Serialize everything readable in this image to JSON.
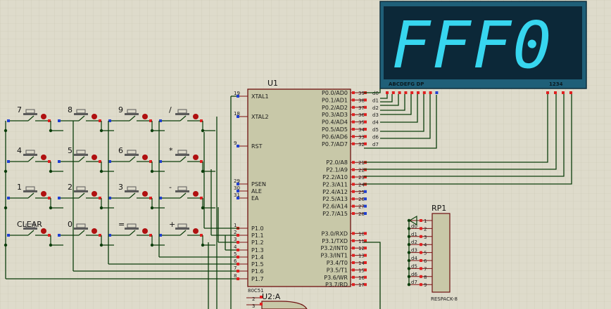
{
  "colors": {
    "wire": "#0b3d0b",
    "chip": "#c8c8a8",
    "display_bg": "#1f6f8f",
    "segment": "#37d6ef",
    "pin_red": "#e02020",
    "pin_blue": "#2040d0",
    "key_red": "#b01010"
  },
  "display": {
    "digits": "FFF0",
    "segment_labels": "ABCDEFG  DP",
    "digit_labels": "1234"
  },
  "mcu": {
    "ref": "U1",
    "part": "80C51",
    "left_pins": [
      {
        "num": "19",
        "name": "XTAL1"
      },
      {
        "num": "18",
        "name": "XTAL2"
      },
      {
        "num": "9",
        "name": "RST"
      },
      {
        "num": "29",
        "name": "PSEN"
      },
      {
        "num": "30",
        "name": "ALE"
      },
      {
        "num": "31",
        "name": "EA"
      },
      {
        "num": "1",
        "name": "P1.0"
      },
      {
        "num": "2",
        "name": "P1.1"
      },
      {
        "num": "3",
        "name": "P1.2"
      },
      {
        "num": "4",
        "name": "P1.3"
      },
      {
        "num": "5",
        "name": "P1.4"
      },
      {
        "num": "6",
        "name": "P1.5"
      },
      {
        "num": "7",
        "name": "P1.6"
      },
      {
        "num": "8",
        "name": "P1.7"
      }
    ],
    "right_pins": [
      {
        "num": "39",
        "name": "P0.0/AD0",
        "net": "d0"
      },
      {
        "num": "38",
        "name": "P0.1/AD1",
        "net": "d1"
      },
      {
        "num": "37",
        "name": "P0.2/AD2",
        "net": "d2"
      },
      {
        "num": "36",
        "name": "P0.3/AD3",
        "net": "d3"
      },
      {
        "num": "35",
        "name": "P0.4/AD4",
        "net": "d4"
      },
      {
        "num": "34",
        "name": "P0.5/AD5",
        "net": "d5"
      },
      {
        "num": "33",
        "name": "P0.6/AD6",
        "net": "d6"
      },
      {
        "num": "32",
        "name": "P0.7/AD7",
        "net": "d7"
      },
      {
        "num": "21",
        "name": "P2.0/A8",
        "net": ""
      },
      {
        "num": "22",
        "name": "P2.1/A9",
        "net": ""
      },
      {
        "num": "23",
        "name": "P2.2/A10",
        "net": ""
      },
      {
        "num": "24",
        "name": "P2.3/A11",
        "net": ""
      },
      {
        "num": "25",
        "name": "P2.4/A12",
        "net": ""
      },
      {
        "num": "26",
        "name": "P2.5/A13",
        "net": ""
      },
      {
        "num": "27",
        "name": "P2.6/A14",
        "net": ""
      },
      {
        "num": "28",
        "name": "P2.7/A15",
        "net": ""
      },
      {
        "num": "10",
        "name": "P3.0/RXD",
        "net": ""
      },
      {
        "num": "11",
        "name": "P3.1/TXD",
        "net": ""
      },
      {
        "num": "12",
        "name": "P3.2/INT0",
        "net": ""
      },
      {
        "num": "13",
        "name": "P3.3/INT1",
        "net": ""
      },
      {
        "num": "14",
        "name": "P3.4/T0",
        "net": ""
      },
      {
        "num": "15",
        "name": "P3.5/T1",
        "net": ""
      },
      {
        "num": "16",
        "name": "P3.6/WR",
        "net": ""
      },
      {
        "num": "17",
        "name": "P3.7/RD",
        "net": ""
      }
    ]
  },
  "u2": {
    "ref": "U2:A",
    "pins": [
      "2",
      "3"
    ]
  },
  "rpack": {
    "ref": "RP1",
    "part": "RESPACK-8",
    "pins": [
      {
        "num": "1",
        "net": ""
      },
      {
        "num": "2",
        "net": "d0"
      },
      {
        "num": "3",
        "net": "d1"
      },
      {
        "num": "4",
        "net": "d2"
      },
      {
        "num": "5",
        "net": "d3"
      },
      {
        "num": "6",
        "net": "d4"
      },
      {
        "num": "7",
        "net": "d5"
      },
      {
        "num": "8",
        "net": "d6"
      },
      {
        "num": "9",
        "net": "d7"
      }
    ]
  },
  "keypad": [
    [
      "7",
      "8",
      "9",
      "/"
    ],
    [
      "4",
      "5",
      "6",
      "*"
    ],
    [
      "1",
      "2",
      "3",
      "-"
    ],
    [
      "CLEAR",
      "0",
      "=",
      "+"
    ]
  ]
}
